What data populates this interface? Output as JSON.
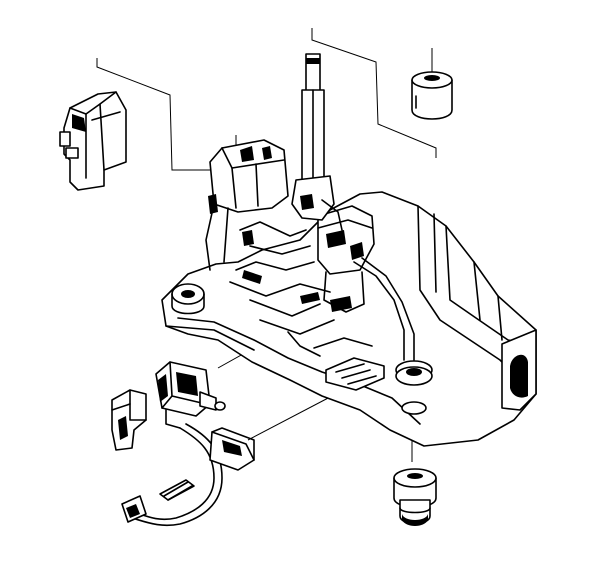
{
  "diagram": {
    "title": "",
    "colors": {
      "line": "#000000",
      "background": "#ffffff"
    },
    "parts": [
      {
        "id": "shift-knob-cover",
        "label": ""
      },
      {
        "id": "shift-lever-shaft",
        "label": ""
      },
      {
        "id": "upper-bushing",
        "label": ""
      },
      {
        "id": "shifter-base-housing",
        "label": ""
      },
      {
        "id": "solenoid-assembly",
        "label": ""
      },
      {
        "id": "mounting-clip",
        "label": ""
      },
      {
        "id": "wire-harness-connector",
        "label": ""
      },
      {
        "id": "lower-grommet",
        "label": ""
      }
    ]
  }
}
